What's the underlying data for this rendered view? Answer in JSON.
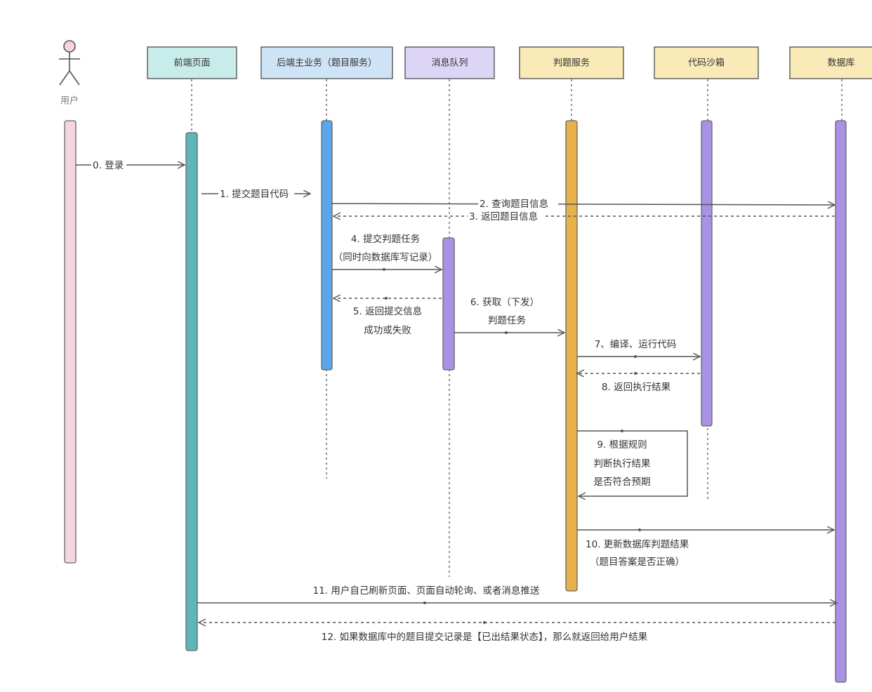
{
  "actor": {
    "label": "用户",
    "icon": "stick-figure-icon"
  },
  "participants": [
    {
      "id": "frontend",
      "label": "前端页面",
      "fill": "#c8ecea",
      "stroke": "#4a4a4a"
    },
    {
      "id": "backend",
      "label": "后端主业务（题目服务）",
      "fill": "#cfe3f7",
      "stroke": "#4a4a4a"
    },
    {
      "id": "mq",
      "label": "消息队列",
      "fill": "#ddd5f5",
      "stroke": "#4a4a4a"
    },
    {
      "id": "judge",
      "label": "判题服务",
      "fill": "#f9eab8",
      "stroke": "#4a4a4a"
    },
    {
      "id": "sandbox",
      "label": "代码沙箱",
      "fill": "#f9eab8",
      "stroke": "#4a4a4a"
    },
    {
      "id": "db",
      "label": "数据库",
      "fill": "#f9eab8",
      "stroke": "#4a4a4a"
    }
  ],
  "activation_colors": {
    "user": "#f6d4e2",
    "frontend": "#5eb6b9",
    "backend": "#5aa7e8",
    "mq": "#a991e6",
    "judge": "#e8b24a",
    "sandbox": "#a991e6",
    "db": "#a991e6"
  },
  "messages": [
    {
      "id": "m0",
      "from": "user",
      "to": "frontend",
      "type": "sync",
      "lines": [
        "0. 登录"
      ]
    },
    {
      "id": "m1",
      "from": "frontend",
      "to": "backend",
      "type": "sync",
      "lines": [
        "1. 提交题目代码"
      ]
    },
    {
      "id": "m2",
      "from": "backend",
      "to": "db",
      "type": "sync",
      "lines": [
        "2.  查询题目信息"
      ]
    },
    {
      "id": "m3",
      "from": "db",
      "to": "backend",
      "type": "return",
      "lines": [
        "3. 返回题目信息"
      ]
    },
    {
      "id": "m4",
      "from": "backend",
      "to": "mq",
      "type": "sync",
      "lines": [
        "4. 提交判题任务",
        "（同时向数据库写记录）"
      ]
    },
    {
      "id": "m5",
      "from": "mq",
      "to": "backend",
      "type": "return",
      "lines": [
        "5. 返回提交信息",
        "成功或失败"
      ]
    },
    {
      "id": "m6",
      "from": "mq",
      "to": "judge",
      "type": "sync",
      "lines": [
        "6. 获取（下发）",
        "判题任务"
      ]
    },
    {
      "id": "m7",
      "from": "judge",
      "to": "sandbox",
      "type": "sync",
      "lines": [
        "7、编译、运行代码"
      ]
    },
    {
      "id": "m8",
      "from": "sandbox",
      "to": "judge",
      "type": "return",
      "lines": [
        "8. 返回执行结果"
      ]
    },
    {
      "id": "m9",
      "from": "judge",
      "to": "judge",
      "type": "self",
      "lines": [
        "9. 根据规则",
        "判断执行结果",
        "是否符合预期"
      ]
    },
    {
      "id": "m10",
      "from": "judge",
      "to": "db",
      "type": "sync",
      "lines": [
        "10. 更新数据库判题结果",
        "（题目答案是否正确）"
      ]
    },
    {
      "id": "m11",
      "from": "frontend",
      "to": "db",
      "type": "sync",
      "lines": [
        "11. 用户自己刷新页面、页面自动轮询、或者消息推送"
      ]
    },
    {
      "id": "m12",
      "from": "db",
      "to": "frontend",
      "type": "return",
      "lines": [
        "12. 如果数据库中的题目提交记录是【已出结果状态】，那么就返回给用户结果"
      ]
    }
  ]
}
